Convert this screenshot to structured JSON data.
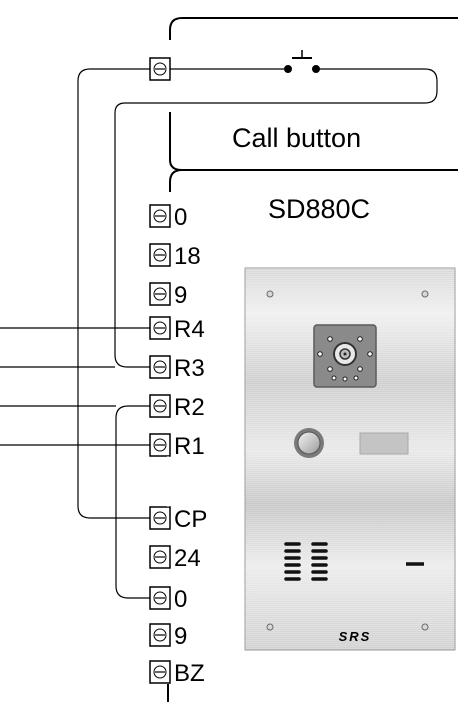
{
  "diagram": {
    "call_button_label": "Call button",
    "model_label": "SD880C",
    "panel_logo": "SRS",
    "terminals": [
      {
        "label": "0"
      },
      {
        "label": "18"
      },
      {
        "label": "9"
      },
      {
        "label": "R4"
      },
      {
        "label": "R3"
      },
      {
        "label": "R2"
      },
      {
        "label": "R1"
      },
      {
        "label": "CP"
      },
      {
        "label": "24"
      },
      {
        "label": "0"
      },
      {
        "label": "9"
      },
      {
        "label": "BZ"
      }
    ],
    "top_terminals": [
      {
        "label": "⊖"
      }
    ]
  },
  "colors": {
    "line": "#000000",
    "panel_light": "#e6e6e6",
    "panel_dark": "#b8b8b8",
    "camera_body": "#8a8a8a"
  }
}
